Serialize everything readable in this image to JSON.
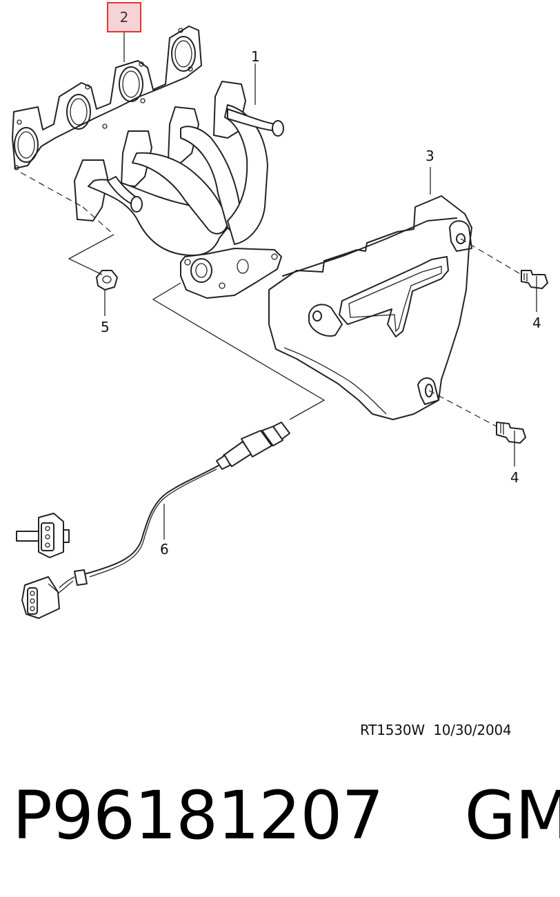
{
  "callouts": {
    "part_1": "1",
    "part_2": "2",
    "part_3": "3",
    "part_4a": "4",
    "part_4b": "4",
    "part_5": "5",
    "part_6": "6"
  },
  "drawing_reference": "RT1530W  10/30/2004",
  "footer": {
    "part_number": "P96181207",
    "brand": "GM"
  },
  "colors": {
    "highlight_fill": "#f6d3d6",
    "highlight_border": "#e0342f",
    "line": "#222222"
  },
  "icons": [
    "exhaust-manifold-gasket-icon",
    "exhaust-manifold-icon",
    "heat-shield-icon",
    "bolt-icon",
    "nut-icon",
    "oxygen-sensor-icon",
    "connector-icon"
  ]
}
